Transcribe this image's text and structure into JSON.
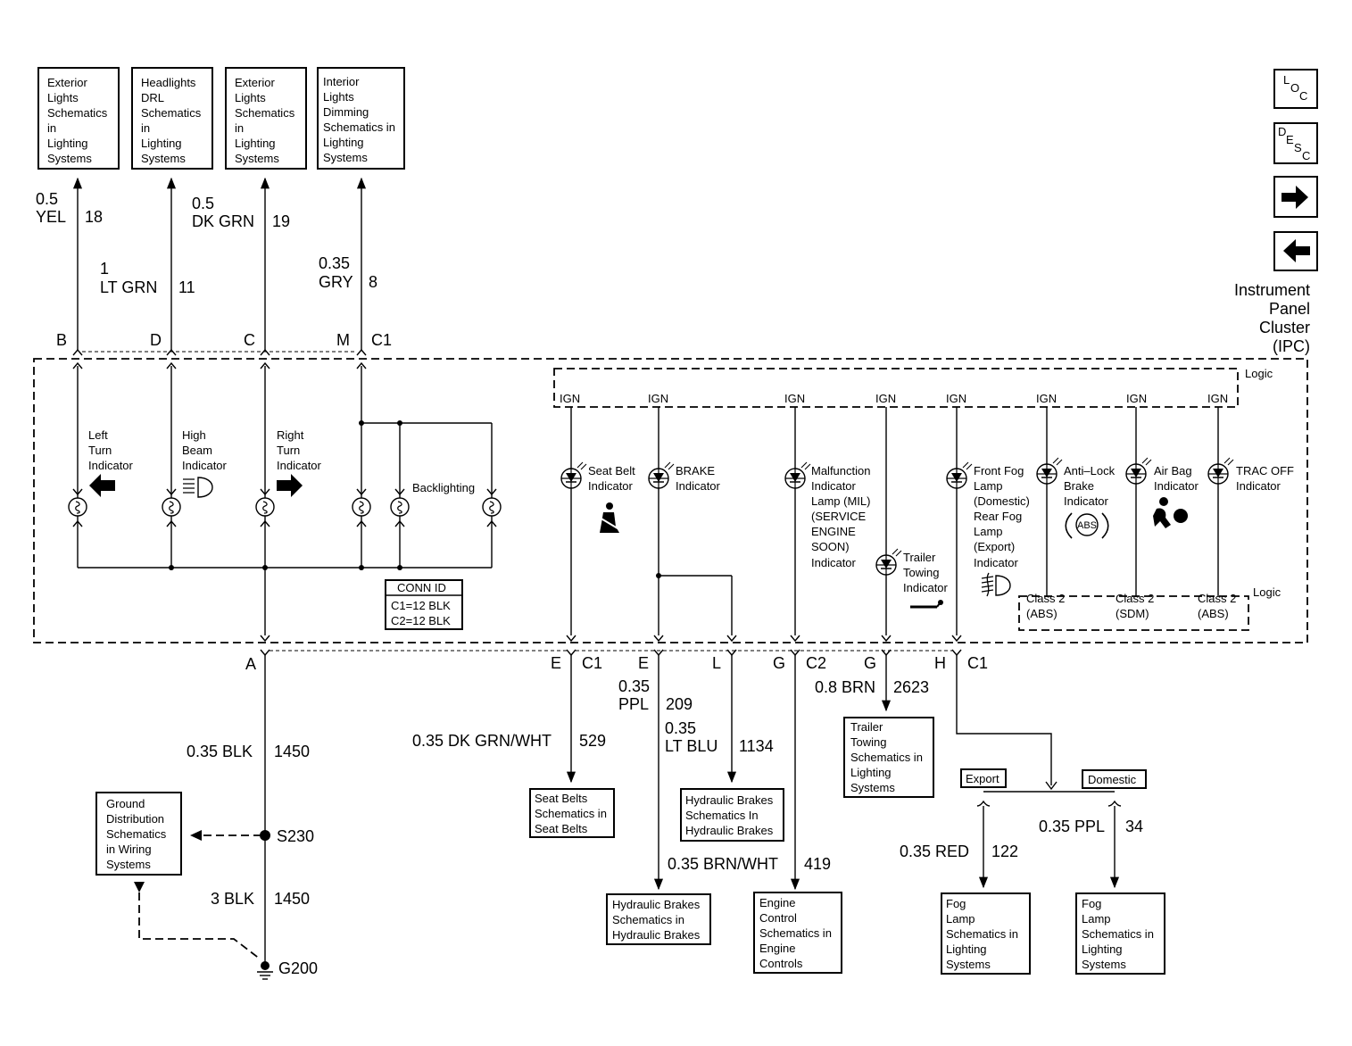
{
  "top_refs": [
    {
      "lines": [
        "Exterior",
        "Lights",
        "Schematics",
        "in",
        "Lighting",
        "Systems"
      ]
    },
    {
      "lines": [
        "Headlights",
        "DRL",
        "Schematics",
        "in",
        "Lighting",
        "Systems"
      ]
    },
    {
      "lines": [
        "Exterior",
        "Lights",
        "Schematics",
        "in",
        "Lighting",
        "Systems"
      ]
    },
    {
      "lines": [
        "Interior",
        "Lights",
        "Dimming",
        "Schematics in",
        "Lighting",
        "Systems"
      ]
    }
  ],
  "nav": {
    "loc": "LOC",
    "desc": "DESC"
  },
  "module": {
    "lines": [
      "Instrument",
      "Panel",
      "Cluster",
      "(IPC)"
    ]
  },
  "logic_label": "Logic",
  "top_wires": [
    {
      "size": "0.5",
      "color": "YEL",
      "circuit": "18",
      "pin": "B"
    },
    {
      "size": "1",
      "color": "LT GRN",
      "circuit": "11",
      "pin": "D"
    },
    {
      "size": "0.5",
      "color": "DK GRN",
      "circuit": "19",
      "pin": "C"
    },
    {
      "size": "0.35",
      "color": "GRY",
      "circuit": "8",
      "pin": "M"
    }
  ],
  "top_connector": "C1",
  "bulbs": [
    {
      "lines": [
        "Left",
        "Turn",
        "Indicator"
      ]
    },
    {
      "lines": [
        "High",
        "Beam",
        "Indicator"
      ]
    },
    {
      "lines": [
        "Right",
        "Turn",
        "Indicator"
      ]
    },
    {
      "lines": [
        "Backlighting"
      ]
    }
  ],
  "conn_id": {
    "title": "CONN ID",
    "rows": [
      "C1=12 BLK",
      "C2=12 BLK"
    ]
  },
  "ign_label": "IGN",
  "indicators": [
    {
      "lines": [
        "Seat Belt",
        "Indicator"
      ]
    },
    {
      "lines": [
        "BRAKE",
        "Indicator"
      ]
    },
    {
      "lines": [
        "Malfunction",
        "Indicator",
        "Lamp (MIL)",
        "(SERVICE",
        "ENGINE",
        "SOON)",
        "Indicator"
      ]
    },
    {
      "lines": [
        "Trailer",
        "Towing",
        "Indicator"
      ]
    },
    {
      "lines": [
        "Front Fog",
        "Lamp",
        "(Domestic)",
        "Rear Fog",
        "Lamp",
        "(Export)",
        "Indicator"
      ]
    },
    {
      "lines": [
        "Anti–Lock",
        "Brake",
        "Indicator"
      ]
    },
    {
      "lines": [
        "Air Bag",
        "Indicator"
      ]
    },
    {
      "lines": [
        "TRAC OFF",
        "Indicator"
      ]
    }
  ],
  "abs_symbol": "ABS",
  "class2": [
    {
      "lines": [
        "Class 2",
        "(ABS)"
      ]
    },
    {
      "lines": [
        "Class 2",
        "(SDM)"
      ]
    },
    {
      "lines": [
        "Class 2",
        "(ABS)"
      ]
    }
  ],
  "bottom_pins": [
    {
      "pin": "A"
    },
    {
      "pin": "E",
      "conn": "C1"
    },
    {
      "pin": "E"
    },
    {
      "pin": "L"
    },
    {
      "pin": "G",
      "conn": "C2"
    },
    {
      "pin": "G"
    },
    {
      "pin": "H",
      "conn": "C1"
    }
  ],
  "ground": {
    "wire1": {
      "size_color": "0.35 BLK",
      "circuit": "1450"
    },
    "splice": "S230",
    "wire2": {
      "size_color": "3 BLK",
      "circuit": "1450"
    },
    "ground_point": "G200",
    "ref": [
      "Ground",
      "Distribution",
      "Schematics",
      "in Wiring",
      "Systems"
    ]
  },
  "bottom_wires": {
    "seatbelt": {
      "label": "0.35 DK GRN/WHT",
      "circuit": "529"
    },
    "brake": {
      "size": "0.35",
      "color": "PPL",
      "circuit": "209"
    },
    "brake2": {
      "size": "0.35",
      "color": "LT BLU",
      "circuit": "1134"
    },
    "mil": {
      "label": "0.35 BRN/WHT",
      "circuit": "419"
    },
    "trailer": {
      "label": "0.8 BRN",
      "circuit": "2623"
    },
    "fog_red": {
      "label": "0.35 RED",
      "circuit": "122"
    },
    "fog_ppl": {
      "label": "0.35 PPL",
      "circuit": "34"
    }
  },
  "split_labels": {
    "export": "Export",
    "domestic": "Domestic"
  },
  "bottom_refs": {
    "seatbelts": [
      "Seat Belts",
      "Schematics in",
      "Seat Belts"
    ],
    "hyd1": [
      "Hydraulic Brakes",
      "Schematics In",
      "Hydraulic Brakes"
    ],
    "hyd2": [
      "Hydraulic Brakes",
      "Schematics in",
      "Hydraulic Brakes"
    ],
    "engine": [
      "Engine",
      "Control",
      "Schematics in",
      "Engine",
      "Controls"
    ],
    "trailer": [
      "Trailer",
      "Towing",
      "Schematics in",
      "Lighting",
      "Systems"
    ],
    "fog1": [
      "Fog",
      "Lamp",
      "Schematics in",
      "Lighting",
      "Systems"
    ],
    "fog2": [
      "Fog",
      "Lamp",
      "Schematics in",
      "Lighting",
      "Systems"
    ]
  }
}
